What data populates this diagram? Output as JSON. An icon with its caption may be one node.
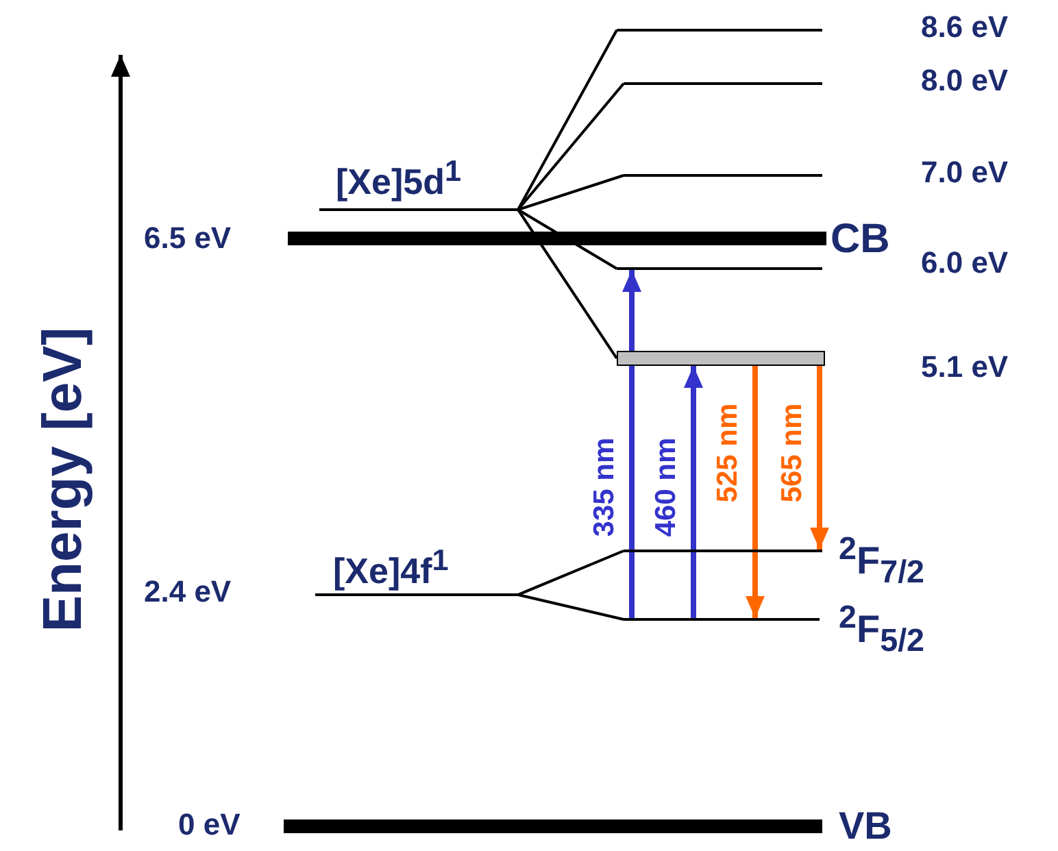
{
  "diagram": {
    "nodes": [
      {
        "text": [],
        "shape": "bar",
        "beside": [
          "[Xe]5d$^{1}$"
        ]
      },
      {
        "text": [],
        "shape": "bar",
        "beside": [
          "8.6 eV"
        ]
      },
      {
        "text": [],
        "shape": "bar",
        "beside": [
          "8.0 eV"
        ]
      },
      {
        "text": [],
        "shape": "bar",
        "beside": [
          "7.0 eV"
        ]
      },
      {
        "text": [],
        "shape": "bar",
        "beside": [
          "6.0 eV"
        ]
      },
      {
        "text": [],
        "shape": "bar",
        "beside": [
          "5.1 eV"
        ]
      },
      {
        "text": [],
        "shape": "bar",
        "beside": [
          "6.5 eV",
          "CB"
        ]
      },
      {
        "text": [],
        "shape": "bar",
        "beside": [
          "2.4 eV",
          "[Xe]4f$^{1}$"
        ]
      },
      {
        "text": [],
        "shape": "bar",
        "beside": [
          "$^{2}$F$_{7/2}$"
        ]
      },
      {
        "text": [],
        "shape": "bar",
        "beside": [
          "$^{2}$F$_{5/2}$"
        ]
      },
      {
        "text": [],
        "shape": "bar",
        "beside": [
          "0 eV",
          "VB"
        ]
      }
    ],
    "edges": [
      {
        "from": 0,
        "to": 1,
        "arrow": "none"
      },
      {
        "from": 0,
        "to": 2,
        "arrow": "none"
      },
      {
        "from": 0,
        "to": 3,
        "arrow": "none"
      },
      {
        "from": 0,
        "to": 4,
        "arrow": "none"
      },
      {
        "from": 0,
        "to": 5,
        "arrow": "none"
      },
      {
        "from": 7,
        "to": 8,
        "arrow": "none"
      },
      {
        "from": 7,
        "to": 9,
        "arrow": "none"
      },
      {
        "from": 9,
        "to": 4,
        "arrow": "to",
        "label": "335 nm",
        "style": "thick",
        "color": "#3333cc"
      },
      {
        "from": 9,
        "to": 5,
        "arrow": "to",
        "label": "460 nm",
        "style": "thick",
        "color": "#3333cc"
      },
      {
        "from": 5,
        "to": 9,
        "arrow": "to",
        "label": "525 nm",
        "style": "thick",
        "color": "#ff6600"
      },
      {
        "from": 5,
        "to": 8,
        "arrow": "to",
        "label": "565 nm",
        "style": "thick",
        "color": "#ff6600"
      }
    ],
    "labels": [
      "Energy [eV]"
    ]
  }
}
